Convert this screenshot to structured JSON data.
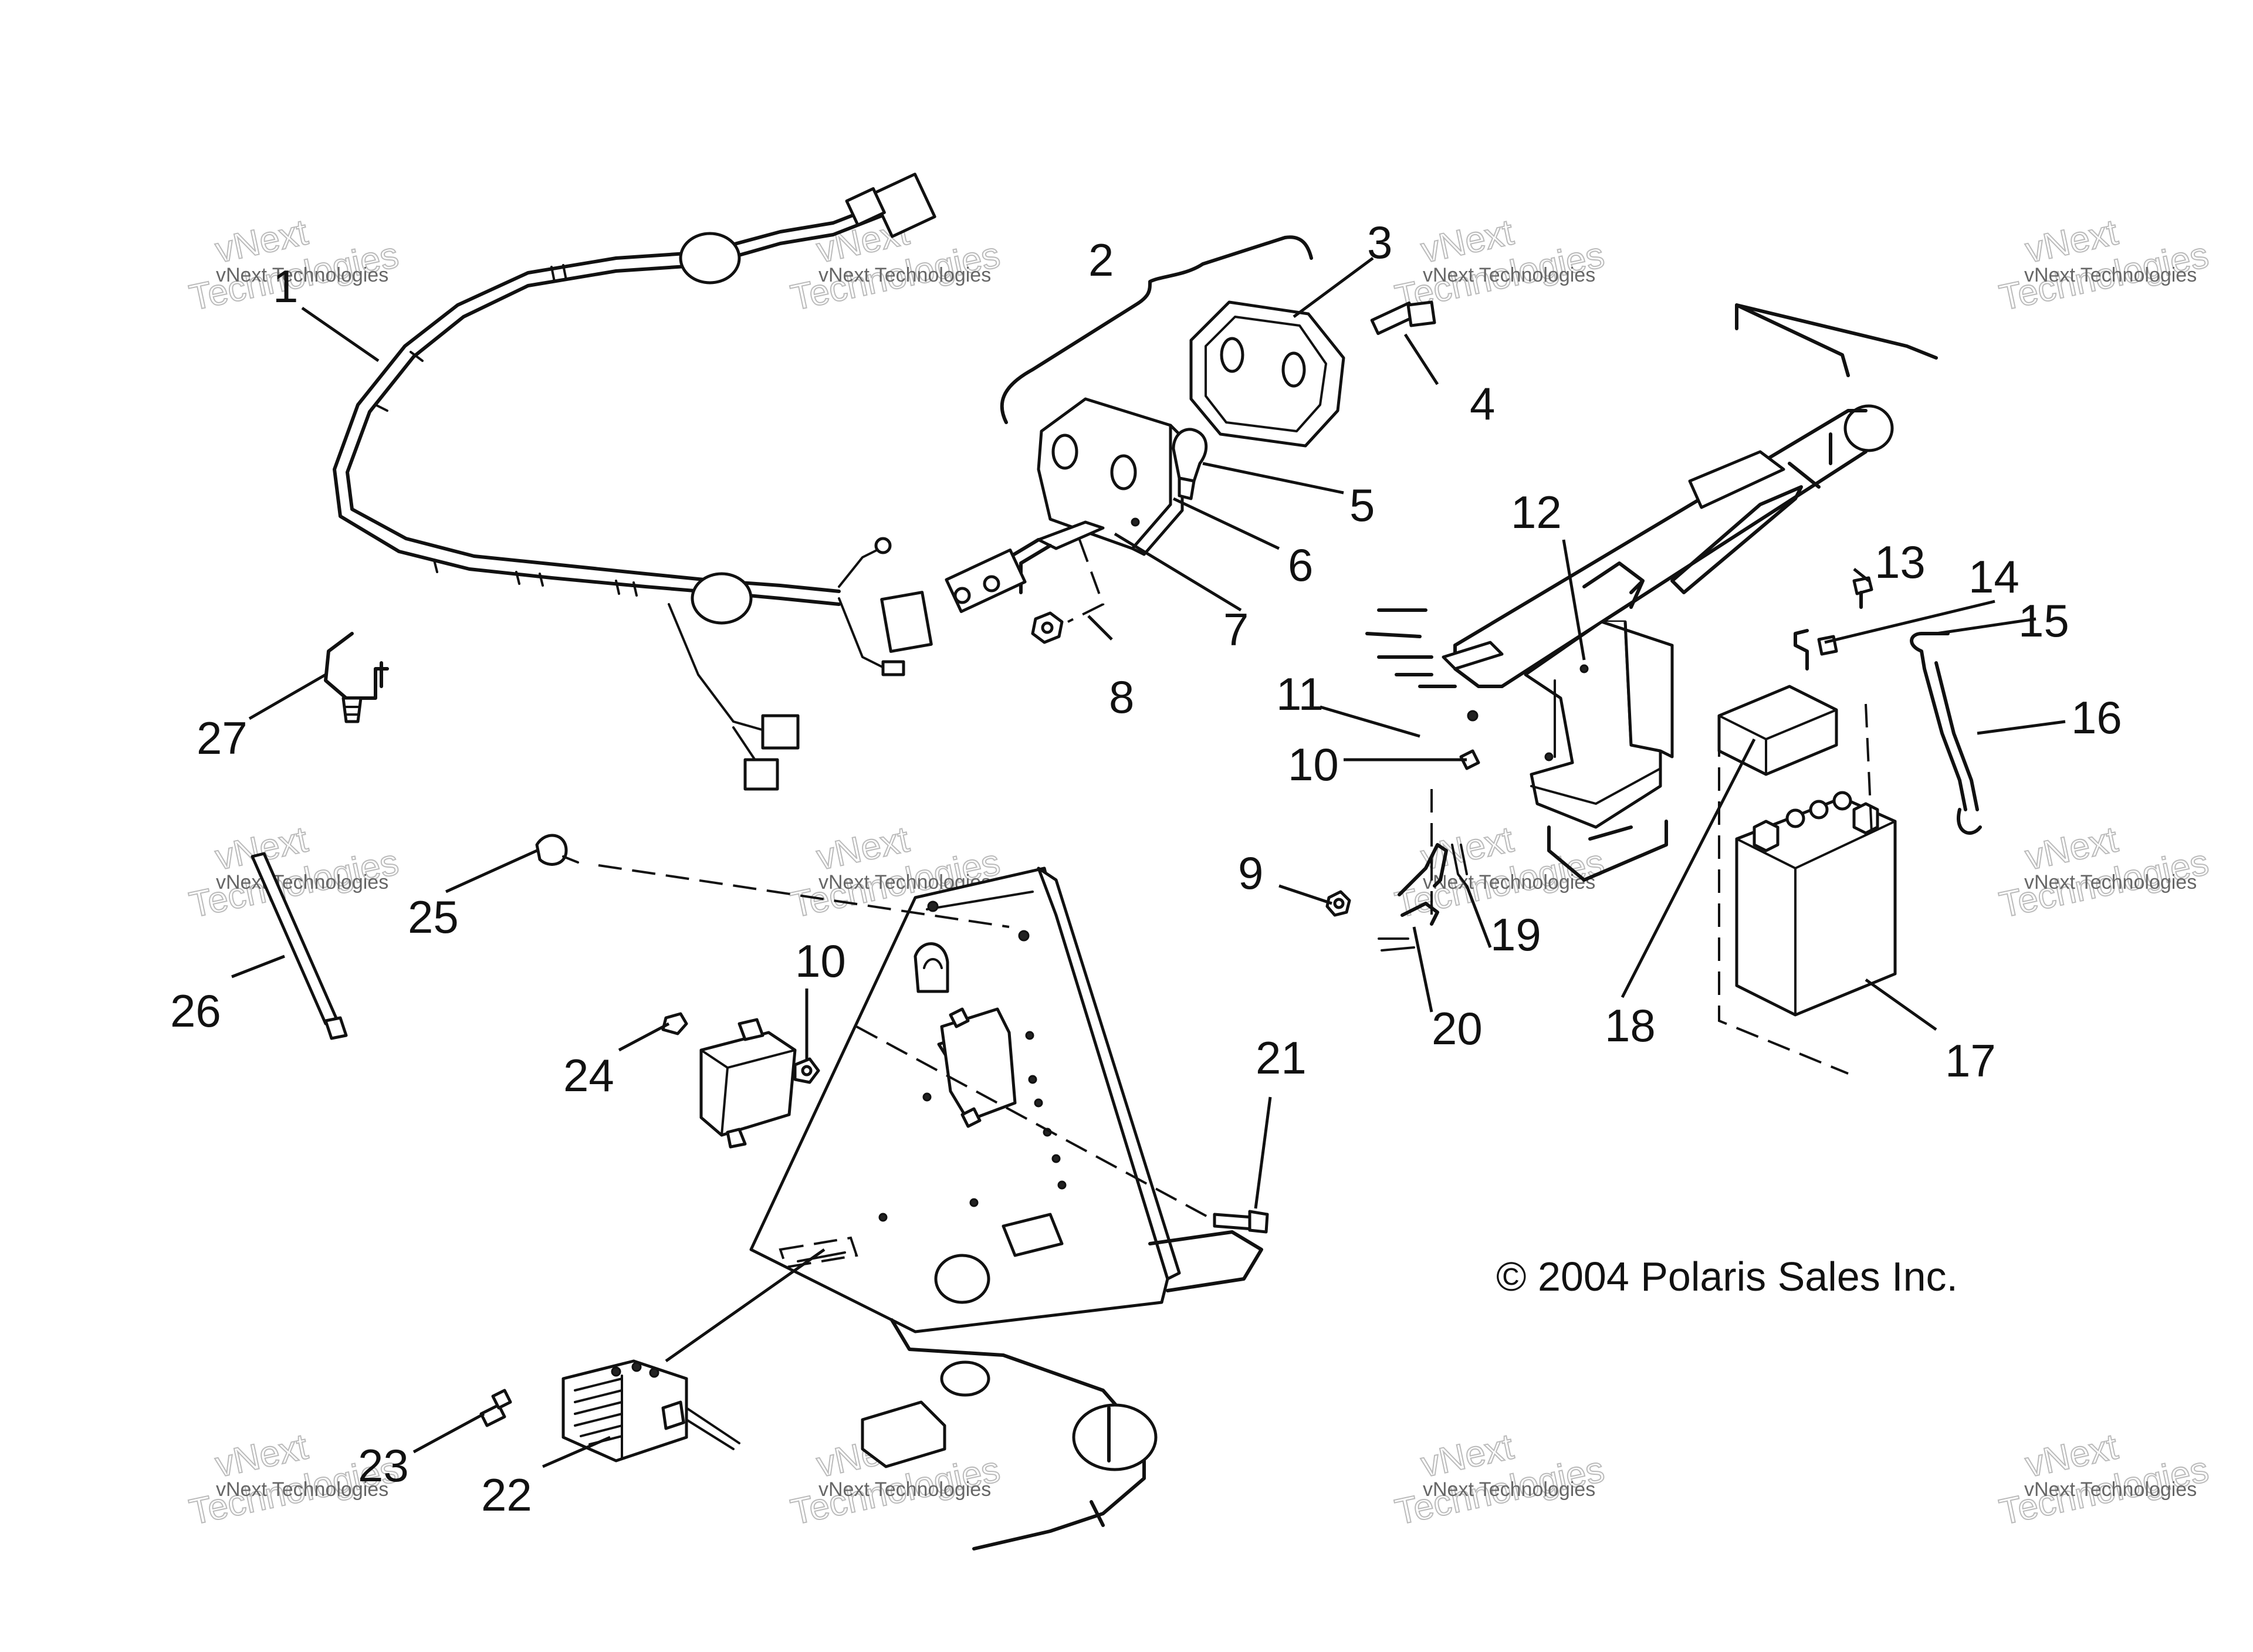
{
  "callouts": [
    "1",
    "2",
    "3",
    "4",
    "5",
    "6",
    "7",
    "8",
    "9",
    "10",
    "11",
    "12",
    "13",
    "14",
    "15",
    "16",
    "17",
    "18",
    "19",
    "20",
    "21",
    "22",
    "23",
    "24",
    "25",
    "26",
    "27",
    "10"
  ],
  "copyright": "© 2004 Polaris Sales Inc.",
  "watermark": {
    "line1": "vNext Technologies",
    "line2": "vNext",
    "line3": "Technologies"
  }
}
